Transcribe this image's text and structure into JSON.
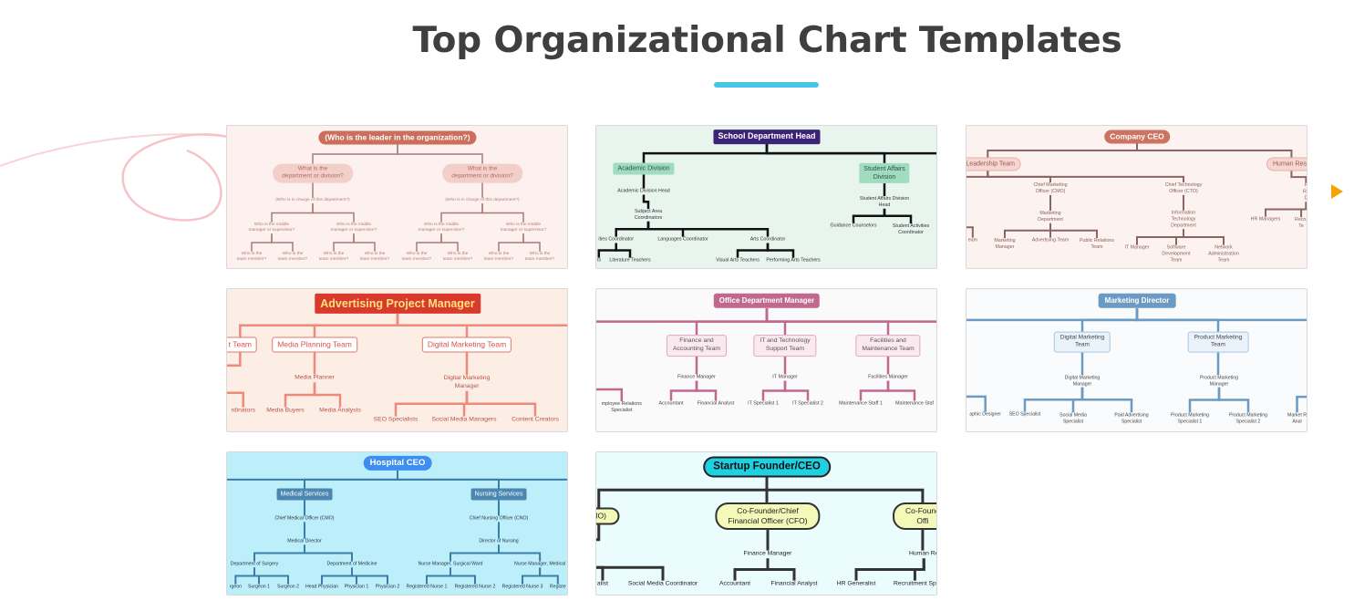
{
  "page": {
    "title": "Top Organizational Chart Templates",
    "accent_color": "#45c6e4"
  },
  "carousel": {
    "next_icon": "play-triangle-icon",
    "color": "#f5a300"
  },
  "cards": [
    {
      "theme": {
        "bg": "#fcf1ee",
        "line": "#a67c76",
        "root_bg": "#cc6e5c",
        "root_fg": "#ffffff",
        "l1_bg": "#f2cfc9",
        "l1_fg": "#b56a5e",
        "text": "#b87a6e"
      },
      "nodes": [
        "(Who is the leader in the organization?)",
        "What is the\ndepartment or division?",
        "What is the\ndepartment or division?",
        "(Who is in charge of this department?)",
        "(Who is in charge of this department?)",
        "Who is the middle\nmanager or supervisor?",
        "Who is the middle\nmanager or supervisor?",
        "Who is the middle\nmanager or supervisor?",
        "Who is the middle\nmanager or supervisor?",
        "Who is the\nteam member?",
        "Who is the\nteam member?",
        "Who is the\nteam member?",
        "Who is the\nteam member?",
        "Who is the\nteam member?",
        "Who is the\nteam member?",
        "Who is the\nteam member?",
        "Who is the\nteam member?"
      ]
    },
    {
      "theme": {
        "bg": "#e8f4ee",
        "line": "#111111",
        "root_bg": "#3b2378",
        "root_fg": "#ffffff",
        "l1_bg": "#9fdcc0",
        "l1_fg": "#2a5544",
        "text": "#333333"
      },
      "nodes": [
        "School Department Head",
        "Academic Division",
        "Student Affairs\nDivision",
        "Academic Division Head",
        "Subject Area\nCoordinators",
        "ities Coordinator",
        "Languages Coordinator",
        "Arts Coordinator",
        "rs",
        "Literature Teachers",
        "Visual Arts Teachers",
        "Performing Arts Teachers",
        "Student Affairs Division\nHead",
        "Guidance Counselors",
        "Student Activities\nCoordinator"
      ]
    },
    {
      "theme": {
        "bg": "#fcf3f0",
        "line": "#8c6464",
        "root_bg": "#cc7361",
        "root_fg": "#ffffff",
        "l1_bg": "#f5d6d0",
        "l1_fg": "#9a5a55",
        "text": "#8b5e58"
      },
      "nodes": [
        "Company CEO",
        "e Leadership Team",
        "Human Reso",
        "Chief Marketing\nOfficer (CMO)",
        "Chief Technology\nOfficer (CTO)",
        "Marketing\nDepartment",
        "Information\nTechnology\nDepartment",
        "eam",
        "Marketing\nManager",
        "Advertising Team",
        "Public Relations\nTeam",
        "IT Manager",
        "Software\nDevelopment\nTeam",
        "Network\nAdministration\nTeam",
        "H\nRe\nD",
        "HR Managers",
        "Recru\nTe"
      ]
    },
    {
      "theme": {
        "bg": "#fdeee5",
        "line": "#ec8a7c",
        "root_bg": "#d93a2e",
        "root_fg": "#ffe27a",
        "l1_bg": "#ffffff",
        "l1_fg": "#d9534a",
        "text": "#b5544a"
      },
      "nodes": [
        "Advertising Project Manager",
        "t Team",
        "Media Planning Team",
        "Digital Marketing Team",
        "Media Planner",
        "rdinators",
        "Media Buyers",
        "Media Analysts",
        "Digital Marketing\nManager",
        "SEO Specialists",
        "Social Media Managers",
        "Content Creators"
      ]
    },
    {
      "theme": {
        "bg": "#fbfafb",
        "line": "#c0688f",
        "root_bg": "#c0688f",
        "root_fg": "#ffffff",
        "l1_bg": "#fbe9f0",
        "l1_fg": "#555555",
        "text": "#444444"
      },
      "nodes": [
        "Office Department Manager",
        "Finance and\nAccounting Team",
        "IT and Technology\nSupport Team",
        "Facilities and\nMaintenance Team",
        "mployee Relations\nSpecialist",
        "Finance Manager",
        "Accountant",
        "Financial Analyst",
        "IT Manager",
        "IT Specialist 1",
        "IT Specialist 2",
        "Facilities Manager",
        "Maintenance Staff 1",
        "Maintenance Staf"
      ]
    },
    {
      "theme": {
        "bg": "#f9fbfc",
        "line": "#6b9ac4",
        "root_bg": "#6b9ac4",
        "root_fg": "#ffffff",
        "l1_bg": "#eaf2fa",
        "l1_fg": "#444444",
        "text": "#444444"
      },
      "nodes": [
        "Marketing Director",
        "Digital Marketing\nTeam",
        "Product Marketing\nTeam",
        "Digital Marketing\nManager",
        "aphic Designer",
        "SEO Specialist",
        "Social Media\nSpecialist",
        "Paid Advertising\nSpecialist",
        "Product Marketing\nManager",
        "Product Marketing\nSpecialist 1",
        "Product Marketing\nSpecialist 2",
        "Market R\nAnal"
      ]
    },
    {
      "theme": {
        "bg": "#bdeffa",
        "line": "#3b7da8",
        "root_bg": "#3d8ef0",
        "root_fg": "#ffffff",
        "l1_bg": "#4b87b0",
        "l1_fg": "#ffffff",
        "text": "#223344"
      },
      "nodes": [
        "Hospital CEO",
        "Medical Services",
        "Nursing Services",
        "Chief Medical Officer (CMO)",
        "Medical Director",
        "Department of Surgery",
        "Department of Medicine",
        "rgeon",
        "Surgeon 1",
        "Surgeon 2",
        "Head Physician",
        "Physician 1",
        "Physician 2",
        "Chief Nursing Officer (CNO)",
        "Director of Nursing",
        "Nurse Manager, Surgical Ward",
        "Nurse Manager, Medical",
        "Registered Nurse 1",
        "Registered Nurse 2",
        "Registered Nurse 3",
        "Registe"
      ]
    },
    {
      "theme": {
        "bg": "#eafcfd",
        "line": "#333333",
        "root_bg": "#1fd0e0",
        "root_fg": "#111111",
        "l1_bg": "#f3f9b8",
        "l1_fg": "#222222",
        "text": "#222222"
      },
      "nodes": [
        "Startup Founder/CEO",
        "MO)",
        "Co-Founder/Chief\nFinancial Officer (CFO)",
        "Co-Found\nOffi",
        "alist",
        "Social Media Coordinator",
        "Finance Manager",
        "Accountant",
        "Financial Analyst",
        "Human Re",
        "HR Generalist",
        "Recruitment Sp"
      ]
    }
  ]
}
